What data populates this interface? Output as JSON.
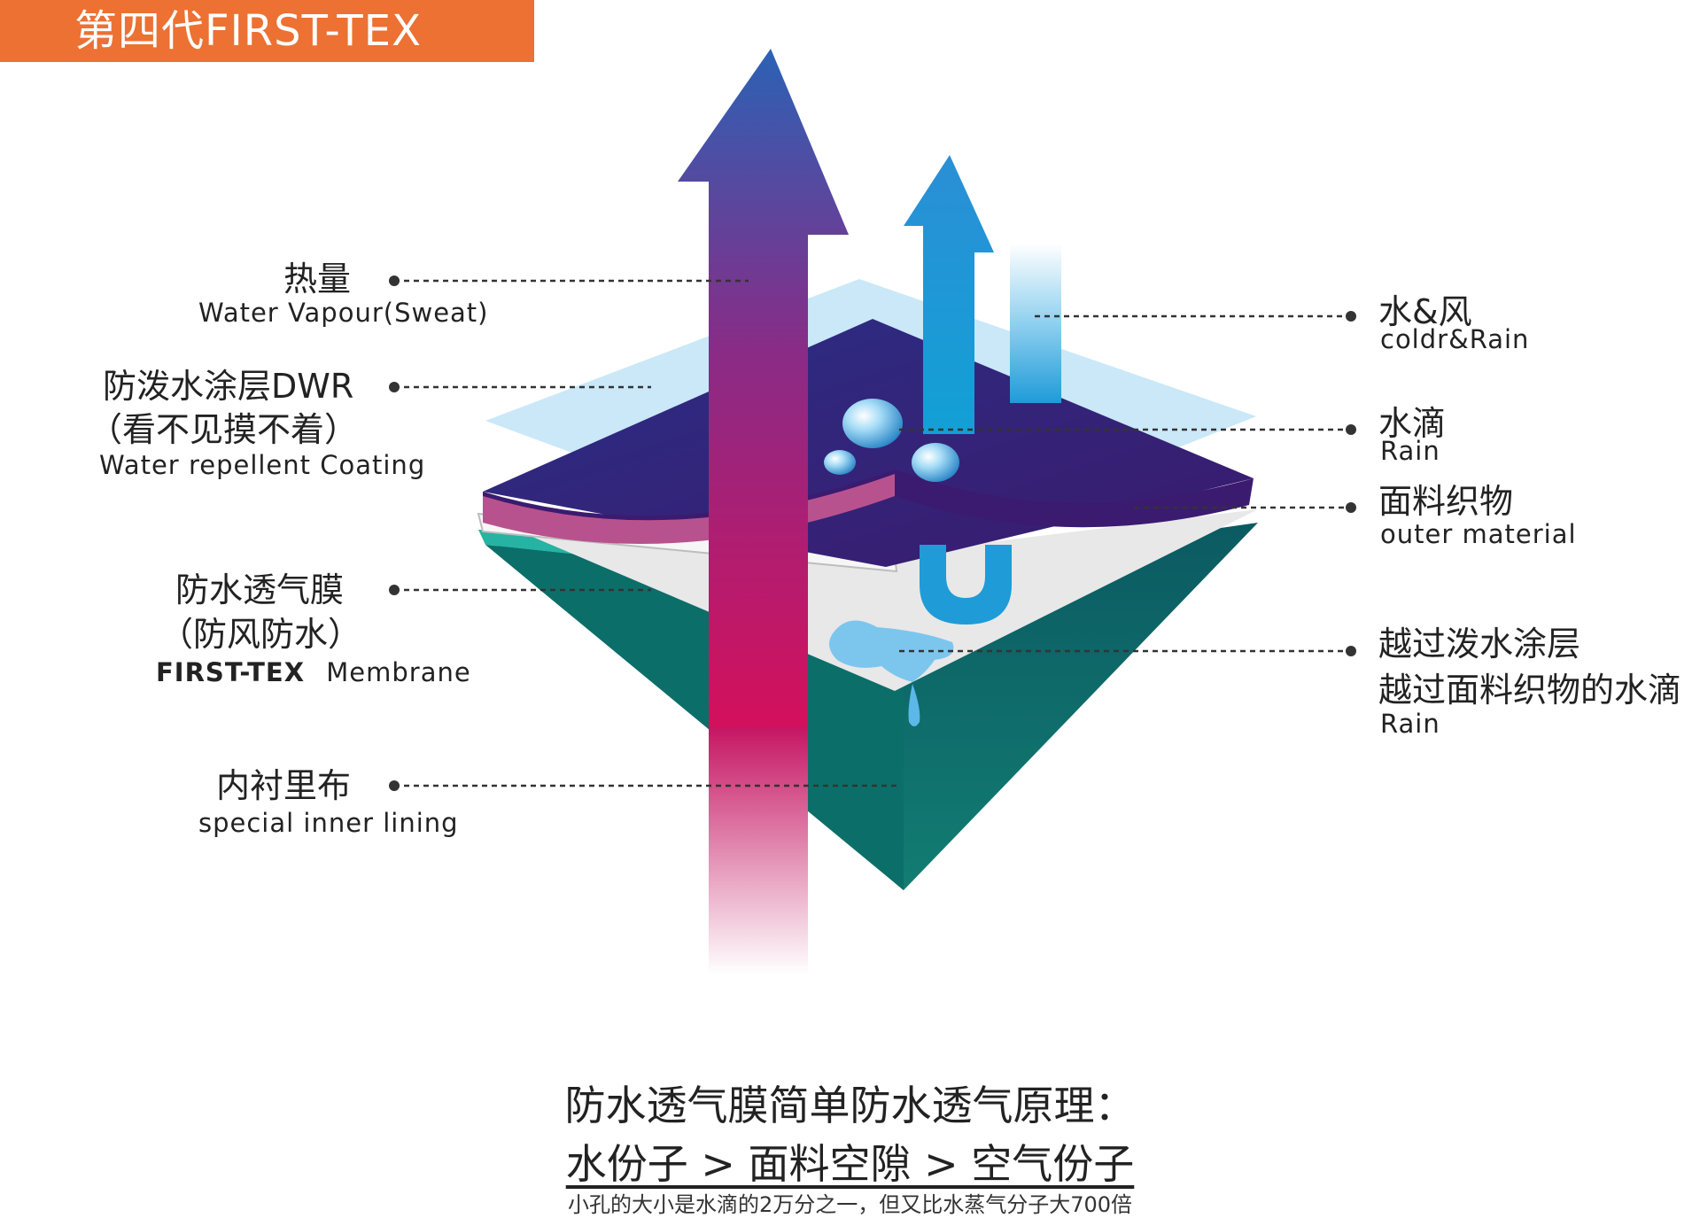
{
  "header": {
    "title": "第四代FIRST-TEX"
  },
  "labels_left": {
    "heat_cn": "热量",
    "heat_en": "Water Vapour(Sweat)",
    "dwr_cn": "防泼水涂层DWR",
    "dwr_cn2": "（看不见摸不着）",
    "dwr_en": "Water repellent Coating",
    "membrane_cn": "防水透气膜",
    "membrane_cn2": "（防风防水）",
    "membrane_en_strong": "FIRST-TEX",
    "membrane_en": "Membrane",
    "lining_cn": "内衬里布",
    "lining_en": "special inner lining"
  },
  "labels_right": {
    "wind_cn": "水&风",
    "wind_en": "coldr&Rain",
    "drop_cn": "水滴",
    "drop_en": "Rain",
    "outer_cn": "面料织物",
    "outer_en": "outer material",
    "pass_cn1": "越过泼水涂层",
    "pass_cn2": "越过面料织物的水滴",
    "pass_en": "Rain"
  },
  "footer": {
    "line1": "防水透气膜简单防水透气原理：",
    "line2": "水份子 > 面料空隙 > 空气份子",
    "line3": "小孔的大小是水滴的2万分之一，但又比水蒸气分子大700倍"
  },
  "colors": {
    "header_bg": "#ec7133",
    "vapour_arrow_top": "#2f5fb0",
    "vapour_arrow_bottom": "#d8105c",
    "water_arrow": "#1f9bd8",
    "outer_layer": "#3a1f78",
    "membrane_layer": "#e6e6e6",
    "lining_layer": "#0f6f6a",
    "lining_edge": "#26b3a3",
    "dwr_layer": "#9fd6f3"
  }
}
